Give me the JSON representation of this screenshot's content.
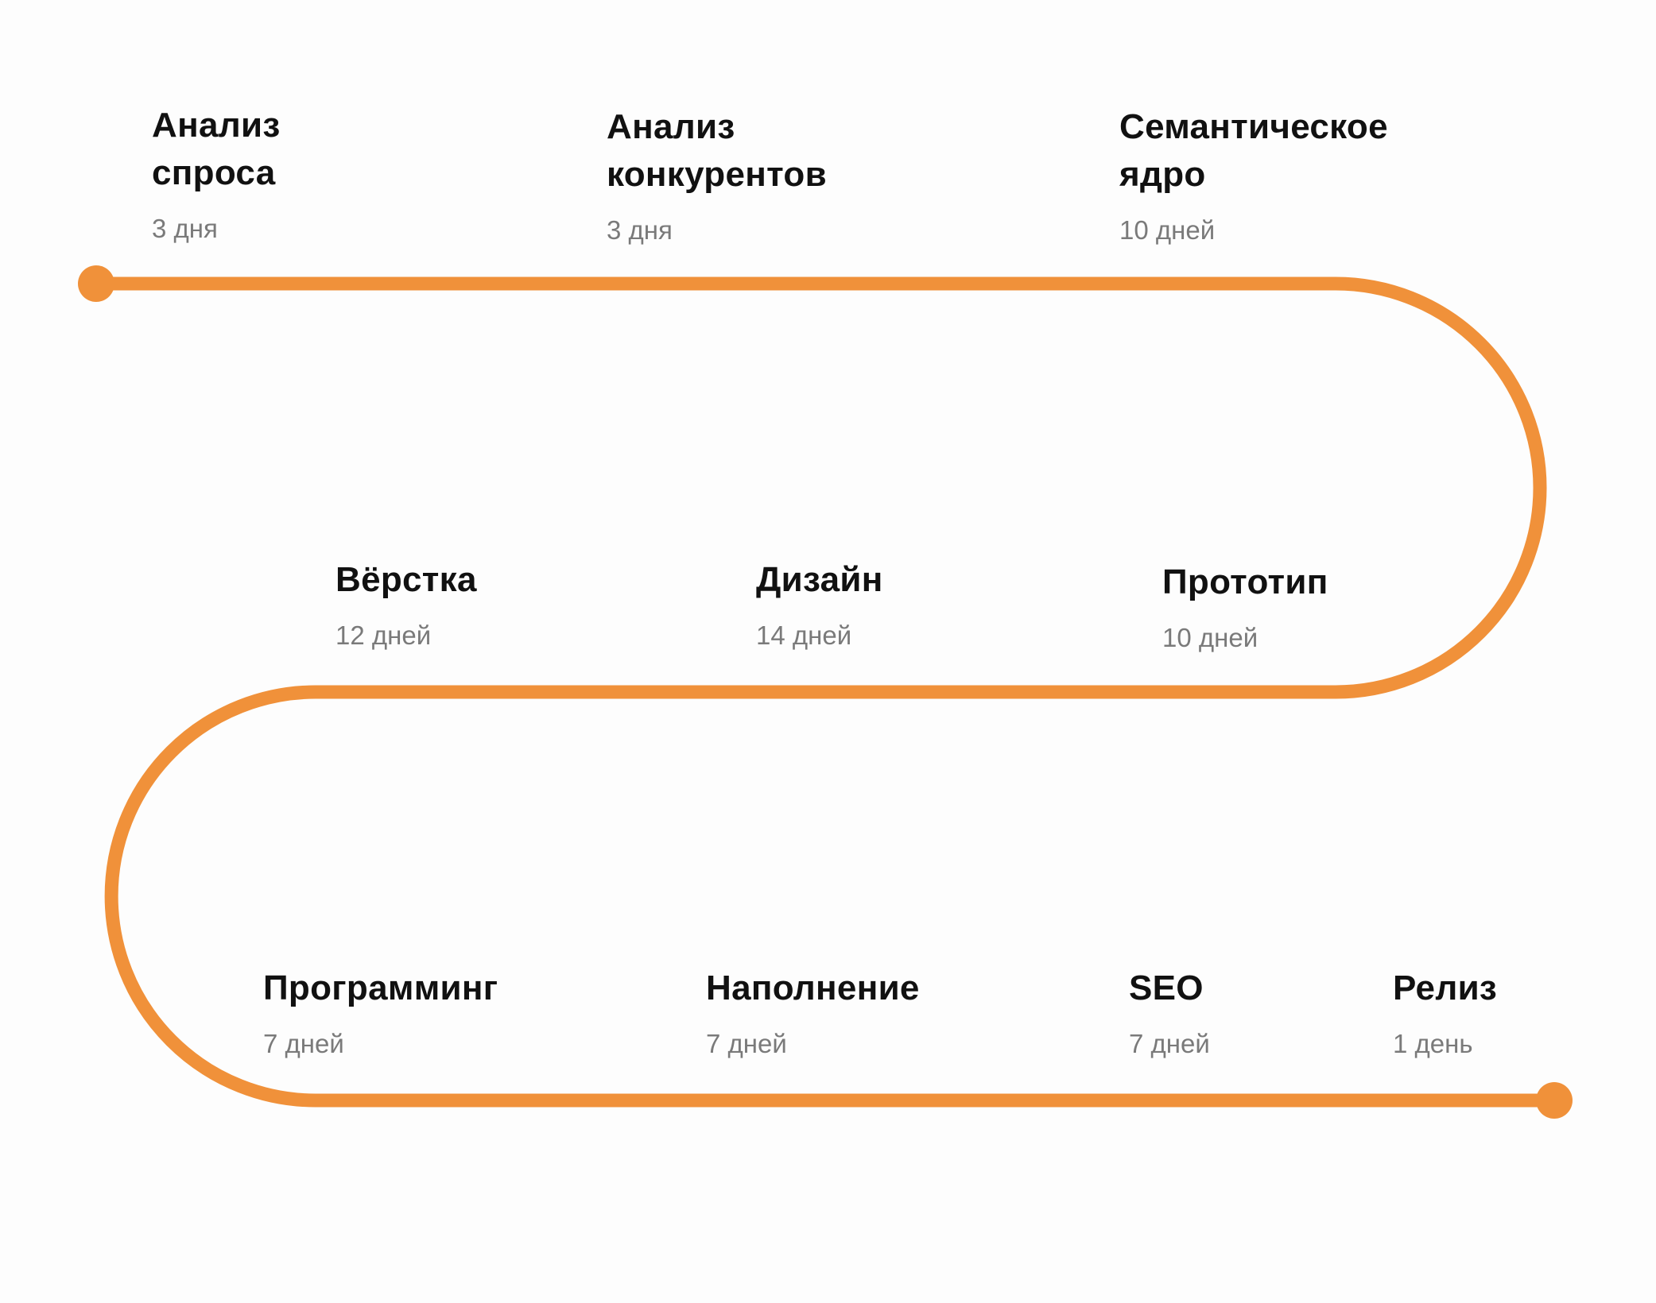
{
  "timeline": {
    "accent_color": "#f0913a",
    "steps": [
      {
        "title": "Анализ\nспроса",
        "duration": "3 дня"
      },
      {
        "title": "Анализ\nконкурентов",
        "duration": "3 дня"
      },
      {
        "title": "Семантическое\nядро",
        "duration": "10 дней"
      },
      {
        "title": "Прототип",
        "duration": "10 дней"
      },
      {
        "title": "Дизайн",
        "duration": "14 дней"
      },
      {
        "title": "Вёрстка",
        "duration": "12 дней"
      },
      {
        "title": "Программинг",
        "duration": "7 дней"
      },
      {
        "title": "Наполнение",
        "duration": "7 дней"
      },
      {
        "title": "SEO",
        "duration": "7 дней"
      },
      {
        "title": "Релиз",
        "duration": "1 день"
      }
    ]
  }
}
